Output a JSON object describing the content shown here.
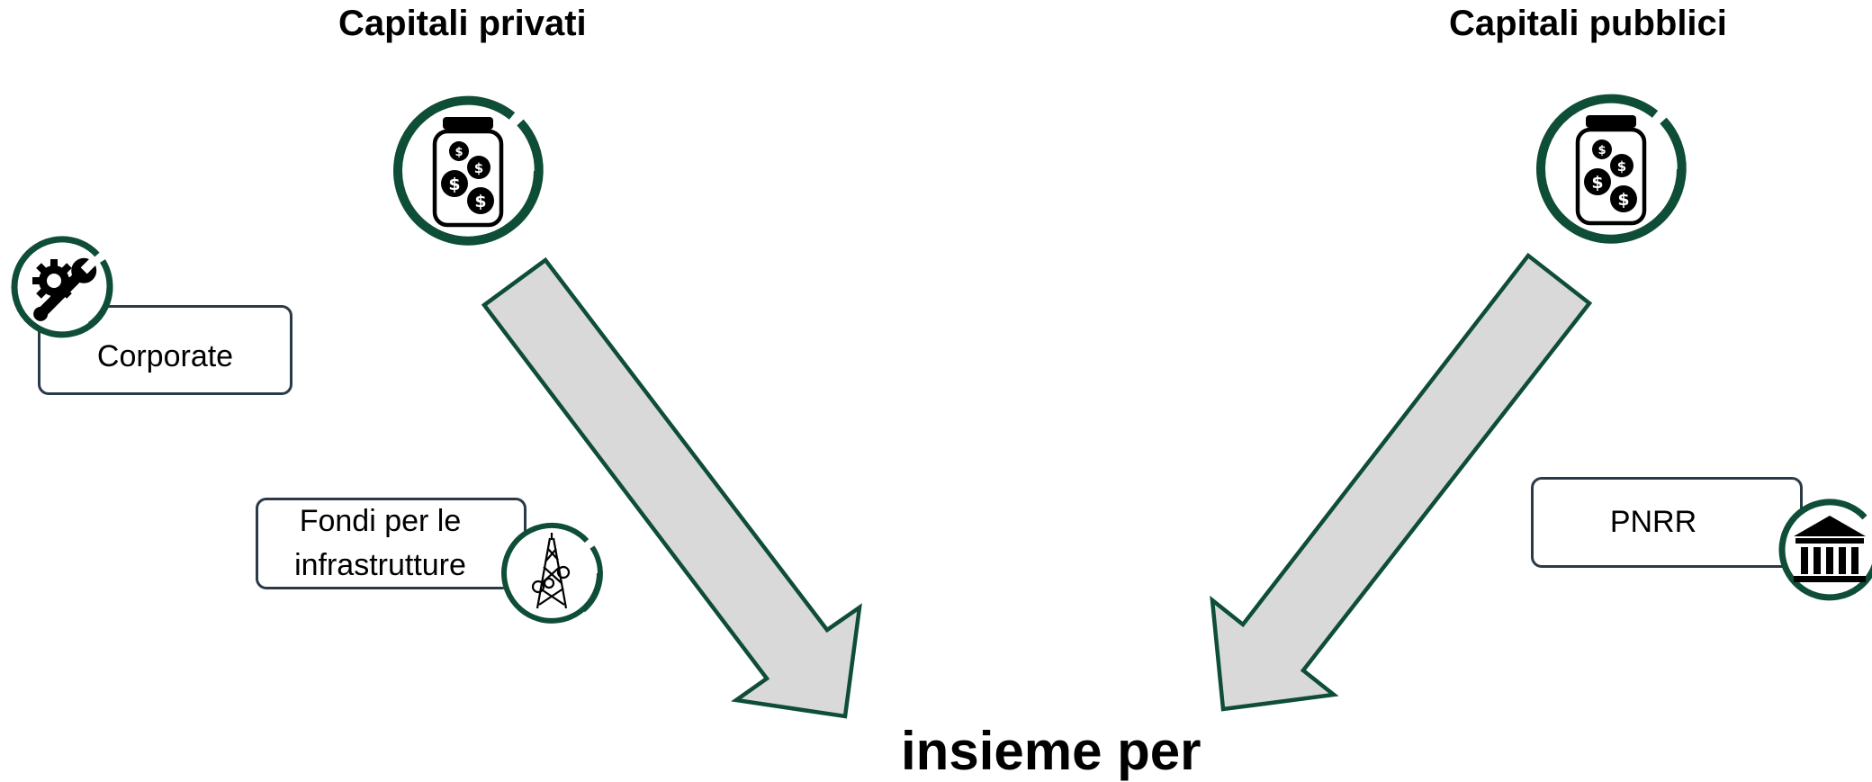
{
  "headings": {
    "private": "Capitali privati",
    "public": "Capitali pubblici"
  },
  "boxes": {
    "corporate": "Corporate",
    "funds_line1": "Fondi per le",
    "funds_line2": "infrastrutture",
    "pnrr": "PNRR"
  },
  "footer_text": "insieme per",
  "icons": {
    "private_source": "money-jar-icon",
    "public_source": "money-jar-icon",
    "corporate": "gear-wrench-icon",
    "funds": "transmission-tower-icon",
    "pnrr": "bank-building-icon"
  },
  "colors": {
    "ring": "#0e4d36",
    "arrow_fill": "#d9d9d9",
    "arrow_stroke": "#0e4d36",
    "box_border": "#2b3a48"
  }
}
